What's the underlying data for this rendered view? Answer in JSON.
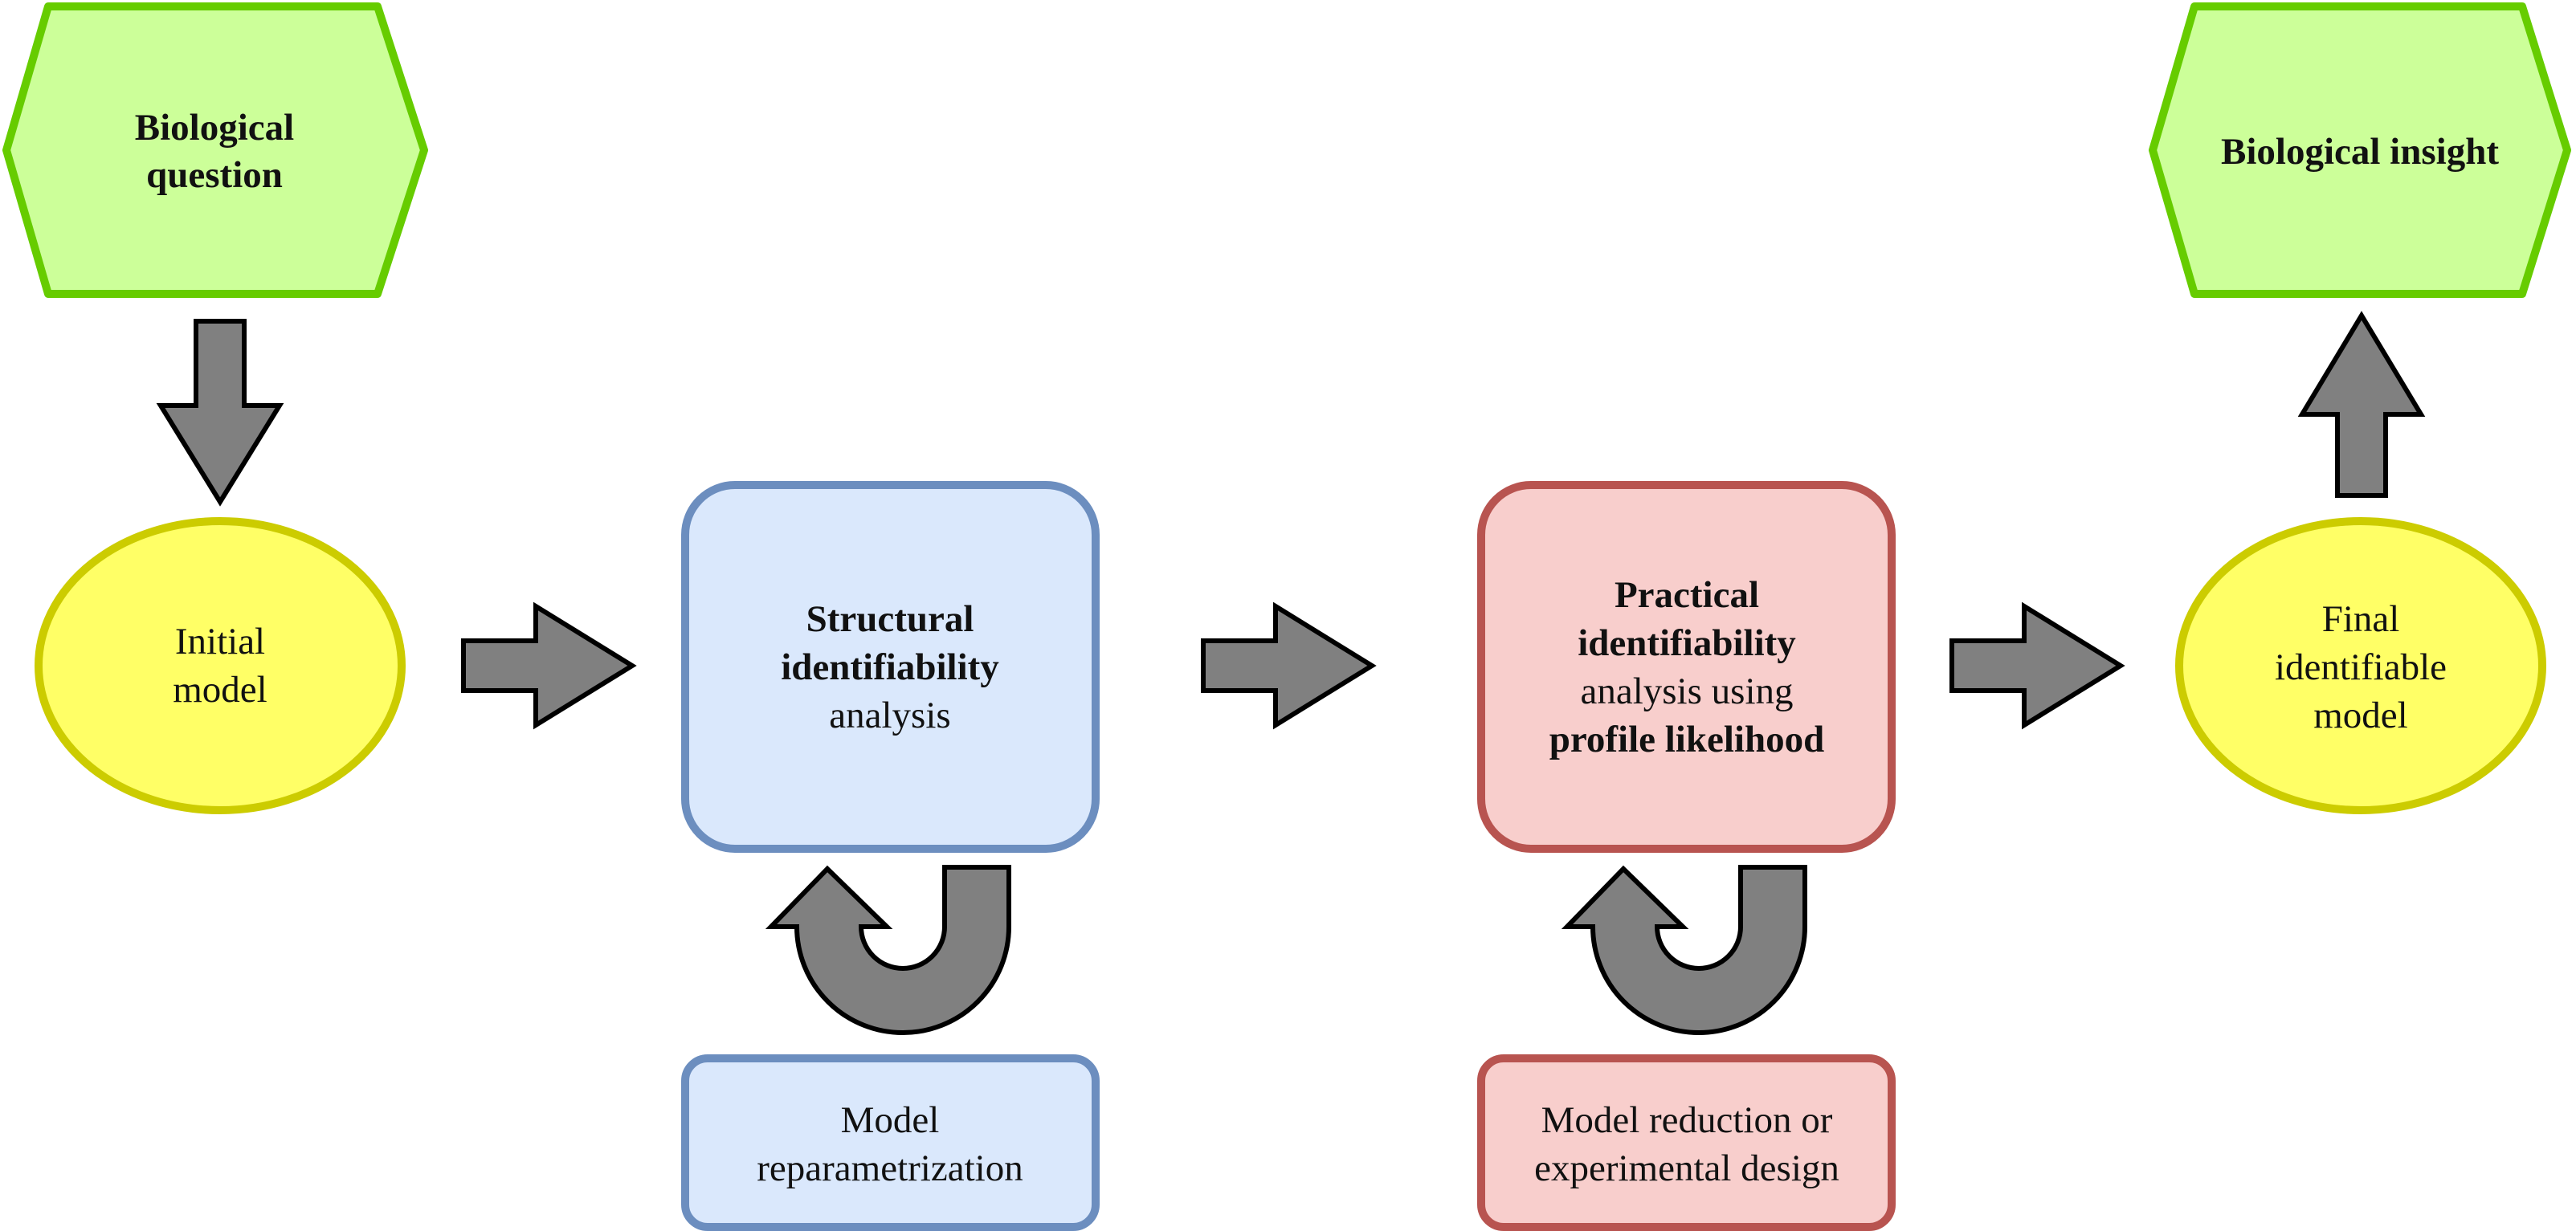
{
  "diagram": {
    "biological_question": {
      "line1": "Biological",
      "line2": "question"
    },
    "initial_model": {
      "line1": "Initial",
      "line2": "model"
    },
    "structural": {
      "line1": "Structural",
      "line2": "identifiability",
      "line3": "analysis"
    },
    "reparametrization": {
      "line1": "Model",
      "line2": "reparametrization"
    },
    "practical": {
      "line1": "Practical",
      "line2": "identifiability",
      "line3": "analysis using",
      "line4": "profile likelihood"
    },
    "reduction": {
      "line1": "Model reduction or",
      "line2": "experimental design"
    },
    "final_model": {
      "line1": "Final",
      "line2": "identifiable",
      "line3": "model"
    },
    "biological_insight": {
      "line1": "Biological insight"
    }
  },
  "colors": {
    "green_fill": "#ccff99",
    "green_stroke": "#66cc00",
    "yellow_fill": "#ffff66",
    "yellow_stroke": "#cccc00",
    "blue_fill": "#dae8fc",
    "blue_stroke": "#6c8ebf",
    "red_fill": "#f8cecc",
    "red_stroke": "#b85450",
    "arrow_fill": "#808080",
    "arrow_stroke": "#000000"
  }
}
